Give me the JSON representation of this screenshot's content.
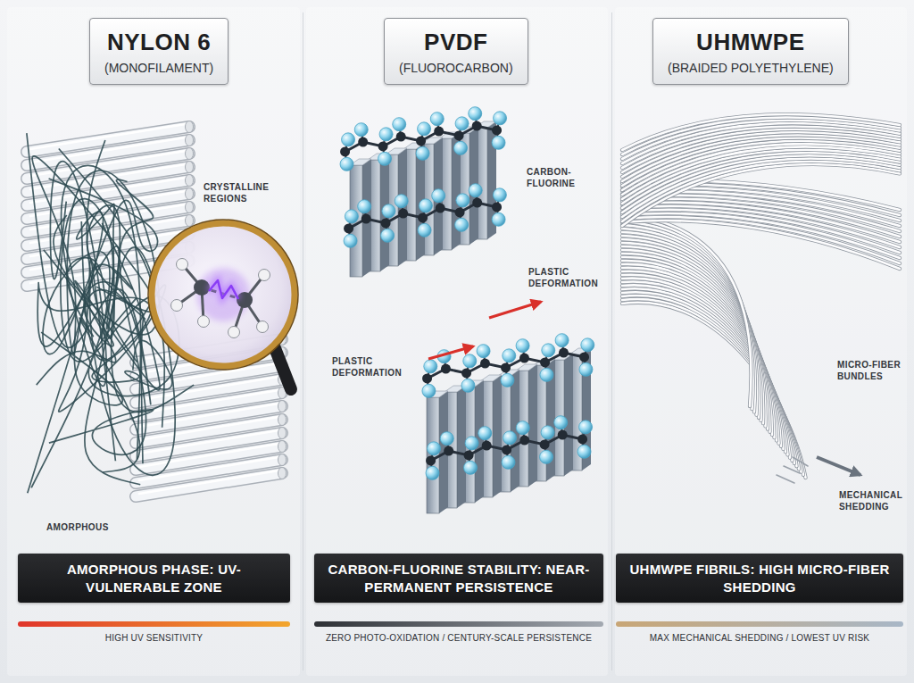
{
  "diagram": {
    "nodes": [
      {
        "text": [
          "NYLON 6",
          "(MONOFILAMENT)"
        ]
      },
      {
        "text": [
          "PVDF",
          "(FLUOROCARBON)"
        ]
      },
      {
        "text": [
          "UHMWPE",
          "(BRAIDED POLYETHYLENE)"
        ]
      },
      {
        "text": [
          "AMORPHOUS PHASE: UV-VULNERABLE ZONE"
        ]
      },
      {
        "text": [
          "CARBON-FLUORINE STABILITY: NEAR-PERMANENT PERSISTENCE"
        ]
      },
      {
        "text": [
          "UHMWPE FIBRILS: HIGH MICRO-FIBER SHEDDING"
        ]
      }
    ],
    "labels": [
      "CRYSTALLINE REGIONS",
      "AMORPHOUS",
      "HIGH UV SENSITIVITY",
      "CARBON-FLUORINE",
      "PLASTIC DEFORMATION",
      "PLASTIC DEFORMATION",
      "ZERO PHOTO-OXIDATION / CENTURY-SCALE PERSISTENCE",
      "MICRO-FIBER BUNDLES",
      "MECHANICAL SHEDDING",
      "MAX MECHANICAL SHEDDING / LOWEST UV RISK"
    ]
  }
}
